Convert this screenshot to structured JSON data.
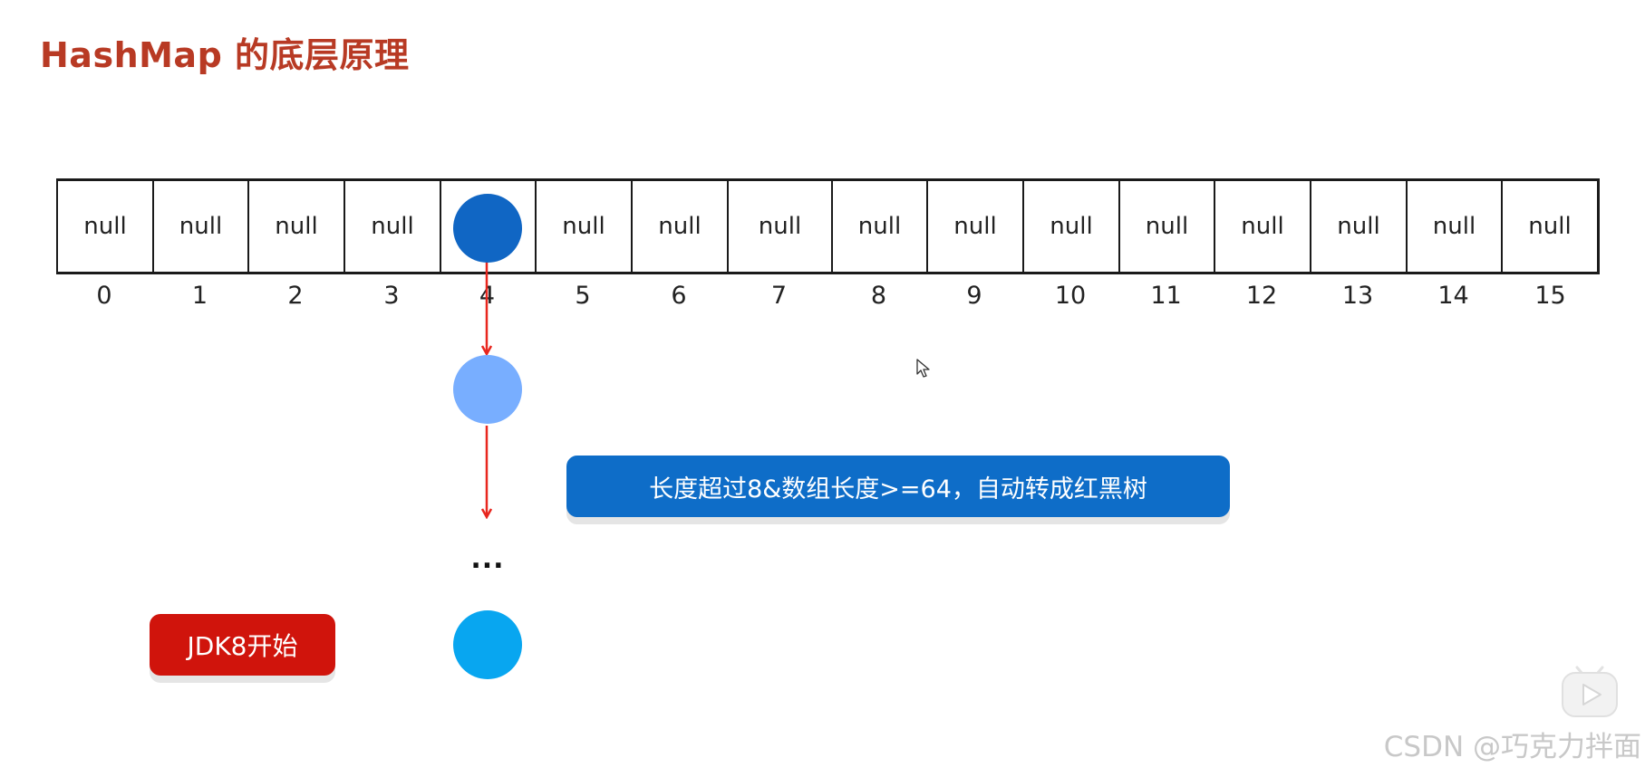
{
  "title": "HashMap 的底层原理",
  "array": {
    "cells": [
      "null",
      "null",
      "null",
      "null",
      "",
      "null",
      "null",
      "null",
      "null",
      "null",
      "null",
      "null",
      "null",
      "null",
      "null",
      "null"
    ],
    "indices": [
      "0",
      "1",
      "2",
      "3",
      "4",
      "5",
      "6",
      "7",
      "8",
      "9",
      "10",
      "11",
      "12",
      "13",
      "14",
      "15"
    ]
  },
  "chain": {
    "ellipsis": "...",
    "colors": {
      "head_node": "#1066c4",
      "list_node": "#78aeff",
      "tree_node": "#08a6f0",
      "arrow": "#e8261e"
    }
  },
  "callouts": {
    "treeify": "长度超过8&数组长度>=64，自动转成红黑树",
    "jdk": "JDK8开始"
  },
  "colors": {
    "title": "#b83a24",
    "treeify_bg": "#0e6dc8",
    "jdk_bg": "#d0140c",
    "array_border": "#1a1a1a"
  },
  "icons": {
    "cursor": "mouse-pointer-icon",
    "player": "play-button-icon"
  },
  "watermark": "CSDN @巧克力拌面"
}
